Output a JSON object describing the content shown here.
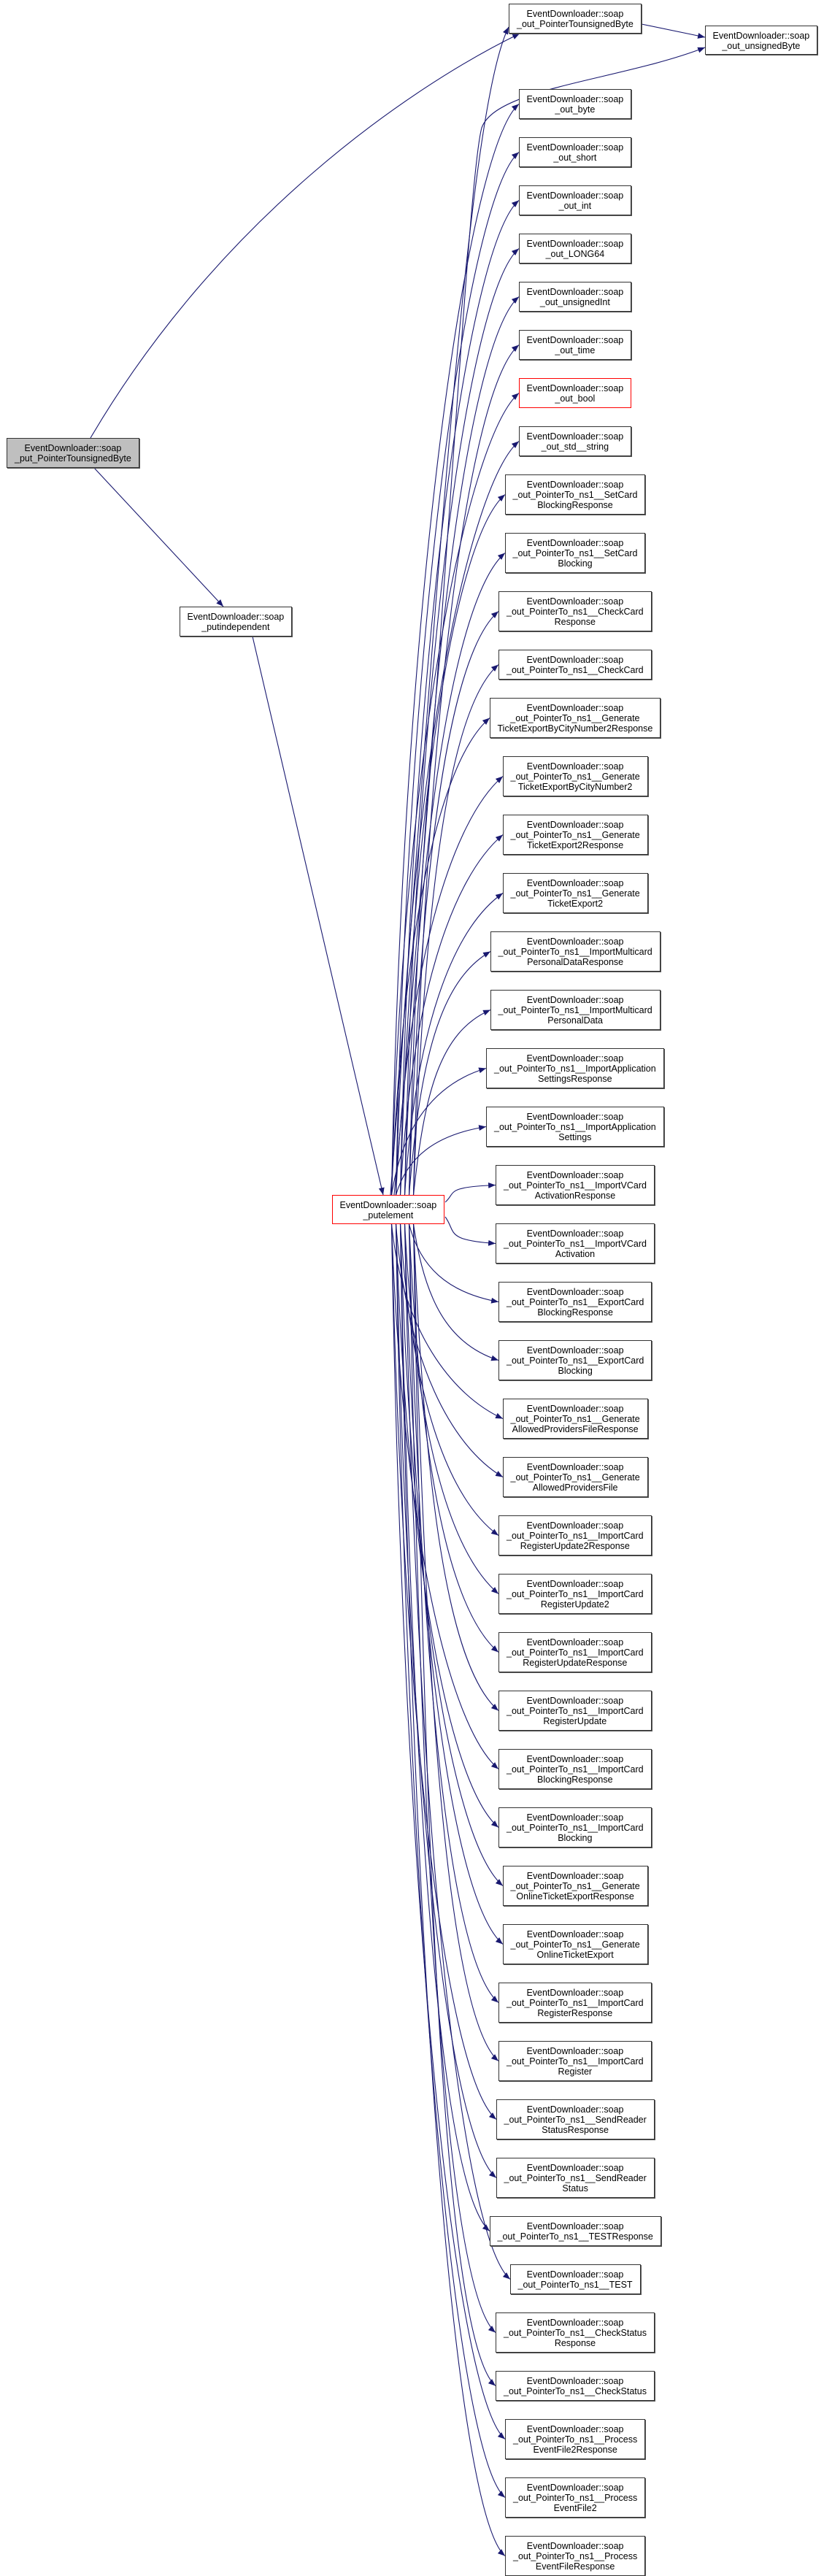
{
  "colors": {
    "edge": "#191970",
    "root_fill": "#bfbfbf",
    "highlight_border": "#ff0000",
    "border": "#333333"
  },
  "root": {
    "lines": [
      "EventDownloader::soap",
      "_put_PointerTounsignedByte"
    ]
  },
  "putindependent": {
    "lines": [
      "EventDownloader::soap",
      "_putindependent"
    ]
  },
  "putelement": {
    "lines": [
      "EventDownloader::soap",
      "_putelement"
    ],
    "highlight": true
  },
  "pointer_to_unsigned_byte": {
    "lines": [
      "EventDownloader::soap",
      "_out_PointerTounsignedByte"
    ]
  },
  "unsigned_byte": {
    "lines": [
      "EventDownloader::soap",
      "_out_unsignedByte"
    ]
  },
  "callees": [
    {
      "lines": [
        "EventDownloader::soap",
        "_out_byte"
      ]
    },
    {
      "lines": [
        "EventDownloader::soap",
        "_out_short"
      ]
    },
    {
      "lines": [
        "EventDownloader::soap",
        "_out_int"
      ]
    },
    {
      "lines": [
        "EventDownloader::soap",
        "_out_LONG64"
      ]
    },
    {
      "lines": [
        "EventDownloader::soap",
        "_out_unsignedInt"
      ]
    },
    {
      "lines": [
        "EventDownloader::soap",
        "_out_time"
      ]
    },
    {
      "lines": [
        "EventDownloader::soap",
        "_out_bool"
      ],
      "highlight": true
    },
    {
      "lines": [
        "EventDownloader::soap",
        "_out_std__string"
      ]
    },
    {
      "lines": [
        "EventDownloader::soap",
        "_out_PointerTo_ns1__SetCard",
        "BlockingResponse"
      ]
    },
    {
      "lines": [
        "EventDownloader::soap",
        "_out_PointerTo_ns1__SetCard",
        "Blocking"
      ]
    },
    {
      "lines": [
        "EventDownloader::soap",
        "_out_PointerTo_ns1__CheckCard",
        "Response"
      ]
    },
    {
      "lines": [
        "EventDownloader::soap",
        "_out_PointerTo_ns1__CheckCard"
      ]
    },
    {
      "lines": [
        "EventDownloader::soap",
        "_out_PointerTo_ns1__Generate",
        "TicketExportByCityNumber2Response"
      ]
    },
    {
      "lines": [
        "EventDownloader::soap",
        "_out_PointerTo_ns1__Generate",
        "TicketExportByCityNumber2"
      ]
    },
    {
      "lines": [
        "EventDownloader::soap",
        "_out_PointerTo_ns1__Generate",
        "TicketExport2Response"
      ]
    },
    {
      "lines": [
        "EventDownloader::soap",
        "_out_PointerTo_ns1__Generate",
        "TicketExport2"
      ]
    },
    {
      "lines": [
        "EventDownloader::soap",
        "_out_PointerTo_ns1__ImportMulticard",
        "PersonalDataResponse"
      ]
    },
    {
      "lines": [
        "EventDownloader::soap",
        "_out_PointerTo_ns1__ImportMulticard",
        "PersonalData"
      ]
    },
    {
      "lines": [
        "EventDownloader::soap",
        "_out_PointerTo_ns1__ImportApplication",
        "SettingsResponse"
      ]
    },
    {
      "lines": [
        "EventDownloader::soap",
        "_out_PointerTo_ns1__ImportApplication",
        "Settings"
      ]
    },
    {
      "lines": [
        "EventDownloader::soap",
        "_out_PointerTo_ns1__ImportVCard",
        "ActivationResponse"
      ]
    },
    {
      "lines": [
        "EventDownloader::soap",
        "_out_PointerTo_ns1__ImportVCard",
        "Activation"
      ]
    },
    {
      "lines": [
        "EventDownloader::soap",
        "_out_PointerTo_ns1__ExportCard",
        "BlockingResponse"
      ]
    },
    {
      "lines": [
        "EventDownloader::soap",
        "_out_PointerTo_ns1__ExportCard",
        "Blocking"
      ]
    },
    {
      "lines": [
        "EventDownloader::soap",
        "_out_PointerTo_ns1__Generate",
        "AllowedProvidersFileResponse"
      ]
    },
    {
      "lines": [
        "EventDownloader::soap",
        "_out_PointerTo_ns1__Generate",
        "AllowedProvidersFile"
      ]
    },
    {
      "lines": [
        "EventDownloader::soap",
        "_out_PointerTo_ns1__ImportCard",
        "RegisterUpdate2Response"
      ]
    },
    {
      "lines": [
        "EventDownloader::soap",
        "_out_PointerTo_ns1__ImportCard",
        "RegisterUpdate2"
      ]
    },
    {
      "lines": [
        "EventDownloader::soap",
        "_out_PointerTo_ns1__ImportCard",
        "RegisterUpdateResponse"
      ]
    },
    {
      "lines": [
        "EventDownloader::soap",
        "_out_PointerTo_ns1__ImportCard",
        "RegisterUpdate"
      ]
    },
    {
      "lines": [
        "EventDownloader::soap",
        "_out_PointerTo_ns1__ImportCard",
        "BlockingResponse"
      ]
    },
    {
      "lines": [
        "EventDownloader::soap",
        "_out_PointerTo_ns1__ImportCard",
        "Blocking"
      ]
    },
    {
      "lines": [
        "EventDownloader::soap",
        "_out_PointerTo_ns1__Generate",
        "OnlineTicketExportResponse"
      ]
    },
    {
      "lines": [
        "EventDownloader::soap",
        "_out_PointerTo_ns1__Generate",
        "OnlineTicketExport"
      ]
    },
    {
      "lines": [
        "EventDownloader::soap",
        "_out_PointerTo_ns1__ImportCard",
        "RegisterResponse"
      ]
    },
    {
      "lines": [
        "EventDownloader::soap",
        "_out_PointerTo_ns1__ImportCard",
        "Register"
      ]
    },
    {
      "lines": [
        "EventDownloader::soap",
        "_out_PointerTo_ns1__SendReader",
        "StatusResponse"
      ]
    },
    {
      "lines": [
        "EventDownloader::soap",
        "_out_PointerTo_ns1__SendReader",
        "Status"
      ]
    },
    {
      "lines": [
        "EventDownloader::soap",
        "_out_PointerTo_ns1__TESTResponse"
      ]
    },
    {
      "lines": [
        "EventDownloader::soap",
        "_out_PointerTo_ns1__TEST"
      ]
    },
    {
      "lines": [
        "EventDownloader::soap",
        "_out_PointerTo_ns1__CheckStatus",
        "Response"
      ]
    },
    {
      "lines": [
        "EventDownloader::soap",
        "_out_PointerTo_ns1__CheckStatus"
      ]
    },
    {
      "lines": [
        "EventDownloader::soap",
        "_out_PointerTo_ns1__Process",
        "EventFile2Response"
      ]
    },
    {
      "lines": [
        "EventDownloader::soap",
        "_out_PointerTo_ns1__Process",
        "EventFile2"
      ]
    },
    {
      "lines": [
        "EventDownloader::soap",
        "_out_PointerTo_ns1__Process",
        "EventFileResponse"
      ]
    }
  ]
}
